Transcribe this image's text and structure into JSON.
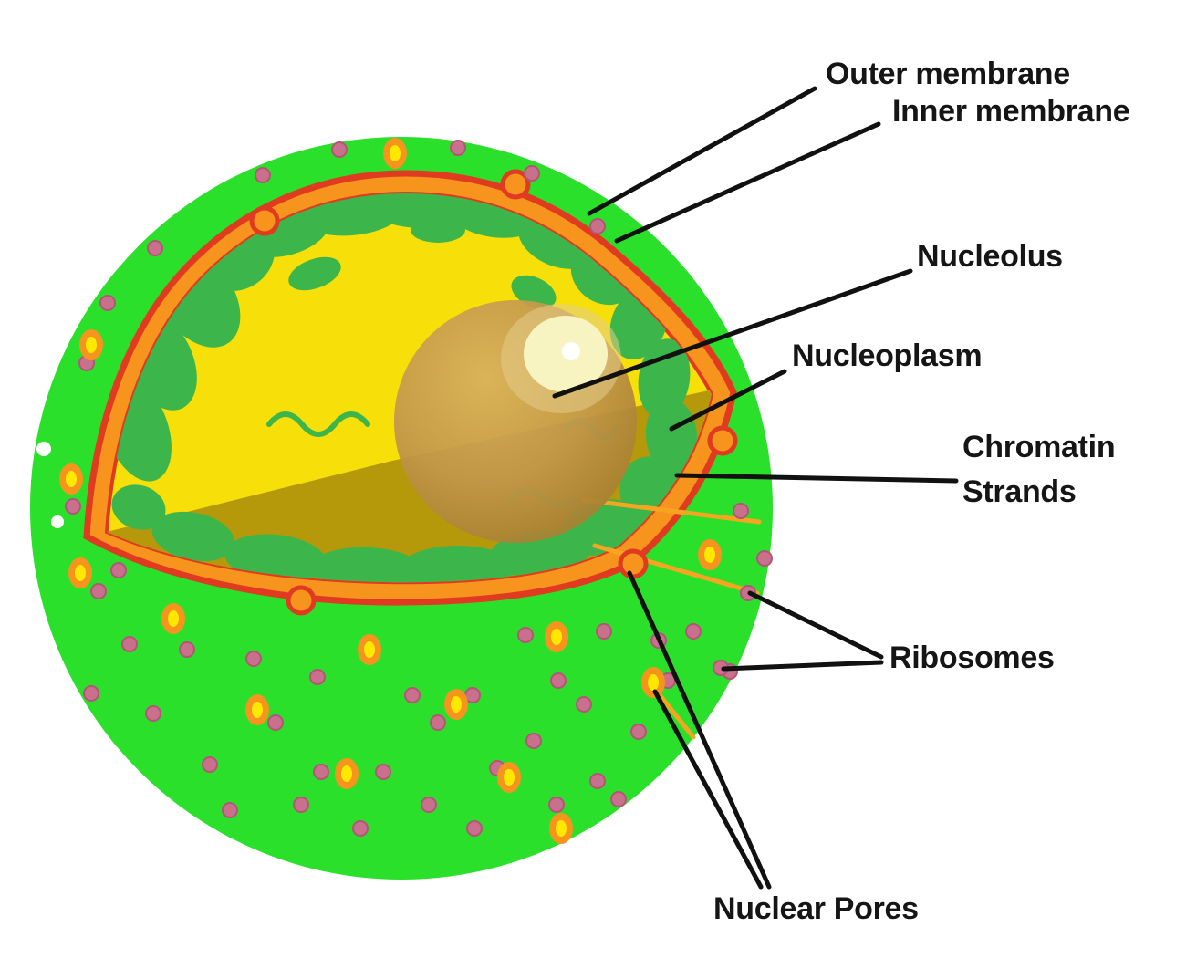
{
  "figure": {
    "type": "biology-diagram",
    "subject": "Cell nucleus cross-section"
  },
  "labels": {
    "outer_membrane": "Outer membrane",
    "inner_membrane": "Inner membrane",
    "nucleolus": "Nucleolus",
    "nucleoplasm": "Nucleoplasm",
    "chromatin_line1": "Chromatin",
    "chromatin_line2": "Strands",
    "ribosomes": "Ribosomes",
    "nuclear_pores": "Nuclear Pores"
  },
  "colors": {
    "background": "#ffffff",
    "cytoplasm_green": "#2BE02B",
    "chromatin_green": "#3CB54A",
    "membrane_orange": "#F7941D",
    "membrane_red": "#E03A20",
    "nucleoplasm_yellow": "#F7DF0A",
    "nucleoplasm_dark": "#B5990A",
    "nucleolus_tan": "#C2964A",
    "nucleolus_highlight": "#F8F4C2",
    "ribosome_pink": "#C9708C",
    "pore_core_yellow": "#FFE800",
    "leader_line": "#111111",
    "label_text": "#151515"
  }
}
